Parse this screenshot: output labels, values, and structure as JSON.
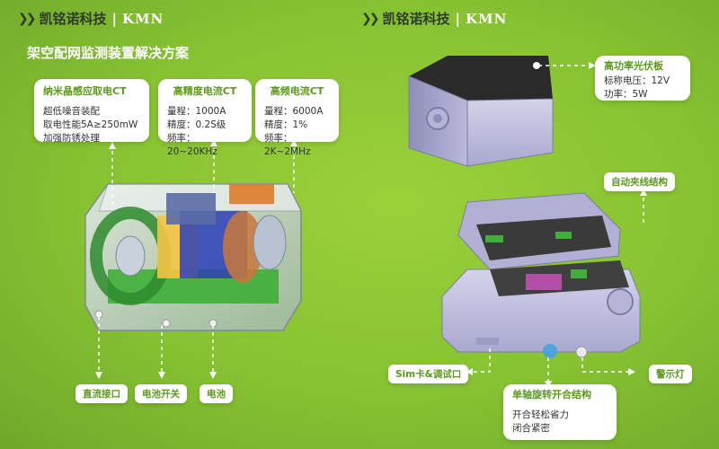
{
  "header": {
    "left": {
      "brand_cn": "凯铭诺科技",
      "separator": "|",
      "brand_en": "KMN"
    },
    "right": {
      "brand_cn": "凯铭诺科技",
      "separator": "|",
      "brand_en": "KMN"
    }
  },
  "subtitle": "架空配网监测装置解决方案",
  "callouts": {
    "nano_ct": {
      "title": "纳米晶感应取电CT",
      "lines": [
        "超低噪音装配",
        "取电性能5A≥250mW",
        "加强防锈处理"
      ]
    },
    "precision_ct": {
      "title": "高精度电流CT",
      "lines": [
        "量程：1000A",
        "精度：0.2S级",
        "频率：20~20KHz"
      ]
    },
    "hf_ct": {
      "title": "高频电流CT",
      "lines": [
        "量程：6000A",
        "精度：1%",
        "频率：2K~2MHz"
      ]
    },
    "pv": {
      "title": "高功率光伏板",
      "lines": [
        "标称电压：12V",
        "功率：5W"
      ]
    },
    "hinge": {
      "title": "单轴旋转开合结构",
      "lines": [
        "开合轻松省力",
        "闭合紧密"
      ]
    }
  },
  "pills": {
    "dc_port": "直流接口",
    "battery_switch": "电池开关",
    "battery": "电池",
    "auto_clamp": "自动夹线结构",
    "sim_debug": "Sim卡&调试口",
    "warning_light": "警示灯"
  },
  "colors": {
    "background": "#86c232",
    "accent": "#5b9a1a",
    "enclosure": "#a9a8cf"
  }
}
